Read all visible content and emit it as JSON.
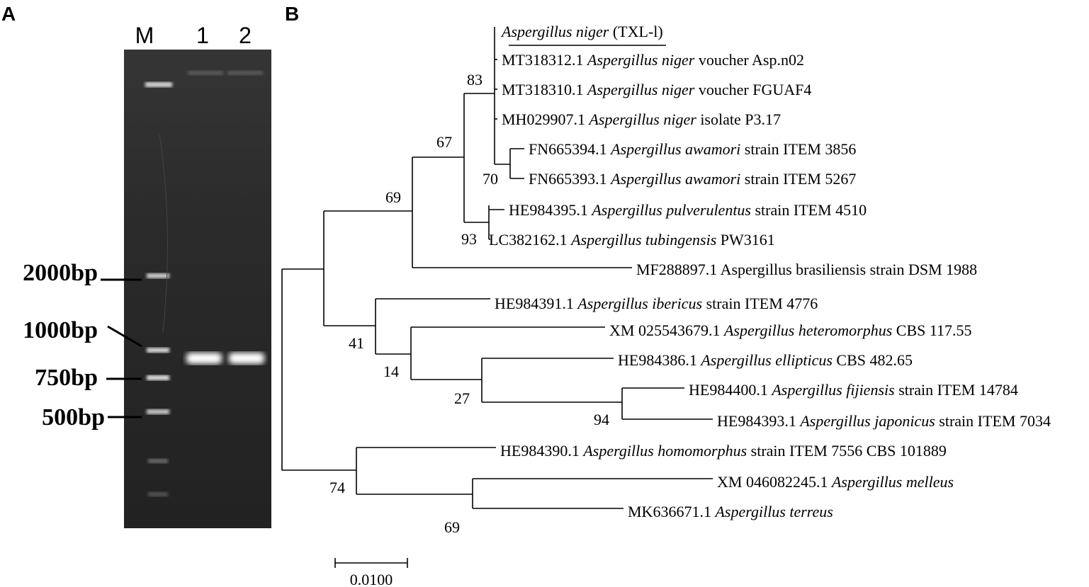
{
  "panel_a": {
    "letter": "A",
    "lanes": [
      "M",
      "1",
      "2"
    ],
    "marker_sizes": [
      "2000bp",
      "1000bp",
      "750bp",
      "500bp"
    ]
  },
  "panel_b": {
    "letter": "B",
    "taxa": [
      {
        "acc": "",
        "genus": "Aspergillus",
        "species": "niger",
        "rest": "(TXL-l)",
        "query": true
      },
      {
        "acc": "MT318312.1",
        "genus": "Aspergillus",
        "species": "niger",
        "rest": "voucher  Asp.n02"
      },
      {
        "acc": "MT318310.1",
        "genus": "Aspergillus",
        "species": "niger",
        "rest": "voucher  FGUAF4"
      },
      {
        "acc": "MH029907.1",
        "genus": "Aspergillus",
        "species": "niger",
        "rest": "isolate  P3.17"
      },
      {
        "acc": "FN665394.1",
        "genus": "Aspergillus",
        "species": "awamori",
        "rest": "strain  ITEM 3856"
      },
      {
        "acc": "FN665393.1",
        "genus": "Aspergillus",
        "species": "awamori",
        "rest": "strain  ITEM 5267"
      },
      {
        "acc": "HE984395.1",
        "genus": "Aspergillus",
        "species": "pulverulentus",
        "rest": "strain  ITEM 4510"
      },
      {
        "acc": "LC382162.1",
        "genus": "Aspergillus",
        "species": "tubingensis",
        "rest": "PW3161"
      },
      {
        "acc": "MF288897.1",
        "plain": "Aspergillus brasiliensis  strain  DSM 1988"
      },
      {
        "acc": "HE984391.1",
        "genus": "Aspergillus",
        "species": "ibericus",
        "rest": "strain  ITEM 4776"
      },
      {
        "acc": "XM 025543679.1",
        "genus": "Aspergillus",
        "species": "heteromorphus",
        "rest": "CBS 117.55"
      },
      {
        "acc": "HE984386.1",
        "genus": "Aspergillus",
        "species": "ellipticus",
        "rest": "CBS 482.65"
      },
      {
        "acc": "HE984400.1",
        "genus": "Aspergillus",
        "species": "fijiensis",
        "rest": "strain  ITEM 14784"
      },
      {
        "acc": "HE984393.1",
        "genus": "Aspergillus",
        "species": "japonicus",
        "rest": "strain  ITEM 7034"
      },
      {
        "acc": "HE984390.1",
        "genus": "Aspergillus",
        "species": "homomorphus",
        "rest": "strain  ITEM 7556  CBS 101889"
      },
      {
        "acc": "XM 046082245.1",
        "genus": "Aspergillus",
        "species": "melleus",
        "rest": ""
      },
      {
        "acc": "MK636671.1",
        "genus": "Aspergillus",
        "species": "terreus",
        "rest": ""
      }
    ],
    "bootstrap": [
      "83",
      "67",
      "70",
      "69",
      "93",
      "41",
      "14",
      "27",
      "94",
      "74",
      "69"
    ],
    "scale_label": "0.0100"
  }
}
